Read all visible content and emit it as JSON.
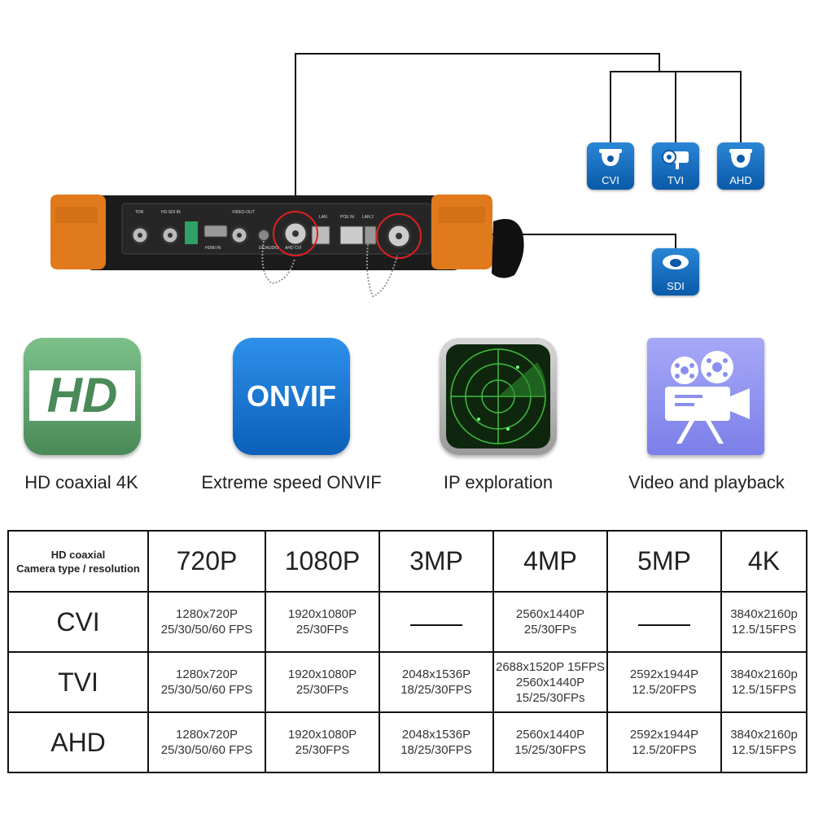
{
  "ports_image": {
    "port_labels": [
      "TDR",
      "HD-SDI IN",
      "HDMI IN",
      "VIDEO-OUT",
      "DC/AUDIO",
      "AHD CVI",
      "POE IN",
      "LAN",
      "LAN 2"
    ]
  },
  "camera_badges": [
    {
      "label": "CVI",
      "icon": "dome-camera-icon"
    },
    {
      "label": "TVI",
      "icon": "bullet-camera-icon"
    },
    {
      "label": "AHD",
      "icon": "dome-camera-icon"
    },
    {
      "label": "SDI",
      "icon": "ptz-camera-icon"
    }
  ],
  "features": [
    {
      "tile_text": "HD",
      "label": "HD coaxial 4K",
      "color": "#5a9a68"
    },
    {
      "tile_text": "ONVIF",
      "label": "Extreme speed ONVIF",
      "color": "#1e78d4"
    },
    {
      "tile_text": "",
      "label": "IP exploration",
      "color": "#1a3a1a"
    },
    {
      "tile_text": "",
      "label": "Video and playback",
      "color": "#8a8ef0"
    }
  ],
  "table": {
    "corner": [
      "HD coaxial",
      "Camera type / resolution"
    ],
    "columns": [
      "720P",
      "1080P",
      "3MP",
      "4MP",
      "5MP",
      "4K"
    ],
    "rows": [
      {
        "name": "CVI",
        "cells": [
          [
            "1280x720P",
            "25/30/50/60  FPS"
          ],
          [
            "1920x1080P",
            "25/30FPs"
          ],
          [],
          [
            "2560x1440P",
            "25/30FPs"
          ],
          [],
          [
            "3840x2160p",
            "12.5/15FPS"
          ]
        ]
      },
      {
        "name": "TVI",
        "cells": [
          [
            "1280x720P",
            "25/30/50/60  FPS"
          ],
          [
            "1920x1080P",
            "25/30FPs"
          ],
          [
            "2048x1536P",
            "18/25/30FPS"
          ],
          [
            "2688x1520P 15FPS",
            "2560x1440P",
            "15/25/30FPs"
          ],
          [
            "2592x1944P",
            "12.5/20FPS"
          ],
          [
            "3840x2160p",
            "12.5/15FPS"
          ]
        ]
      },
      {
        "name": "AHD",
        "cells": [
          [
            "1280x720P",
            "25/30/50/60  FPS"
          ],
          [
            "1920x1080P",
            "25/30FPS"
          ],
          [
            "2048x1536P",
            "18/25/30FPS"
          ],
          [
            "2560x1440P",
            "15/25/30FPS"
          ],
          [
            "2592x1944P",
            "12.5/20FPS"
          ],
          [
            "3840x2160p",
            "12.5/15FPS"
          ]
        ]
      }
    ]
  }
}
